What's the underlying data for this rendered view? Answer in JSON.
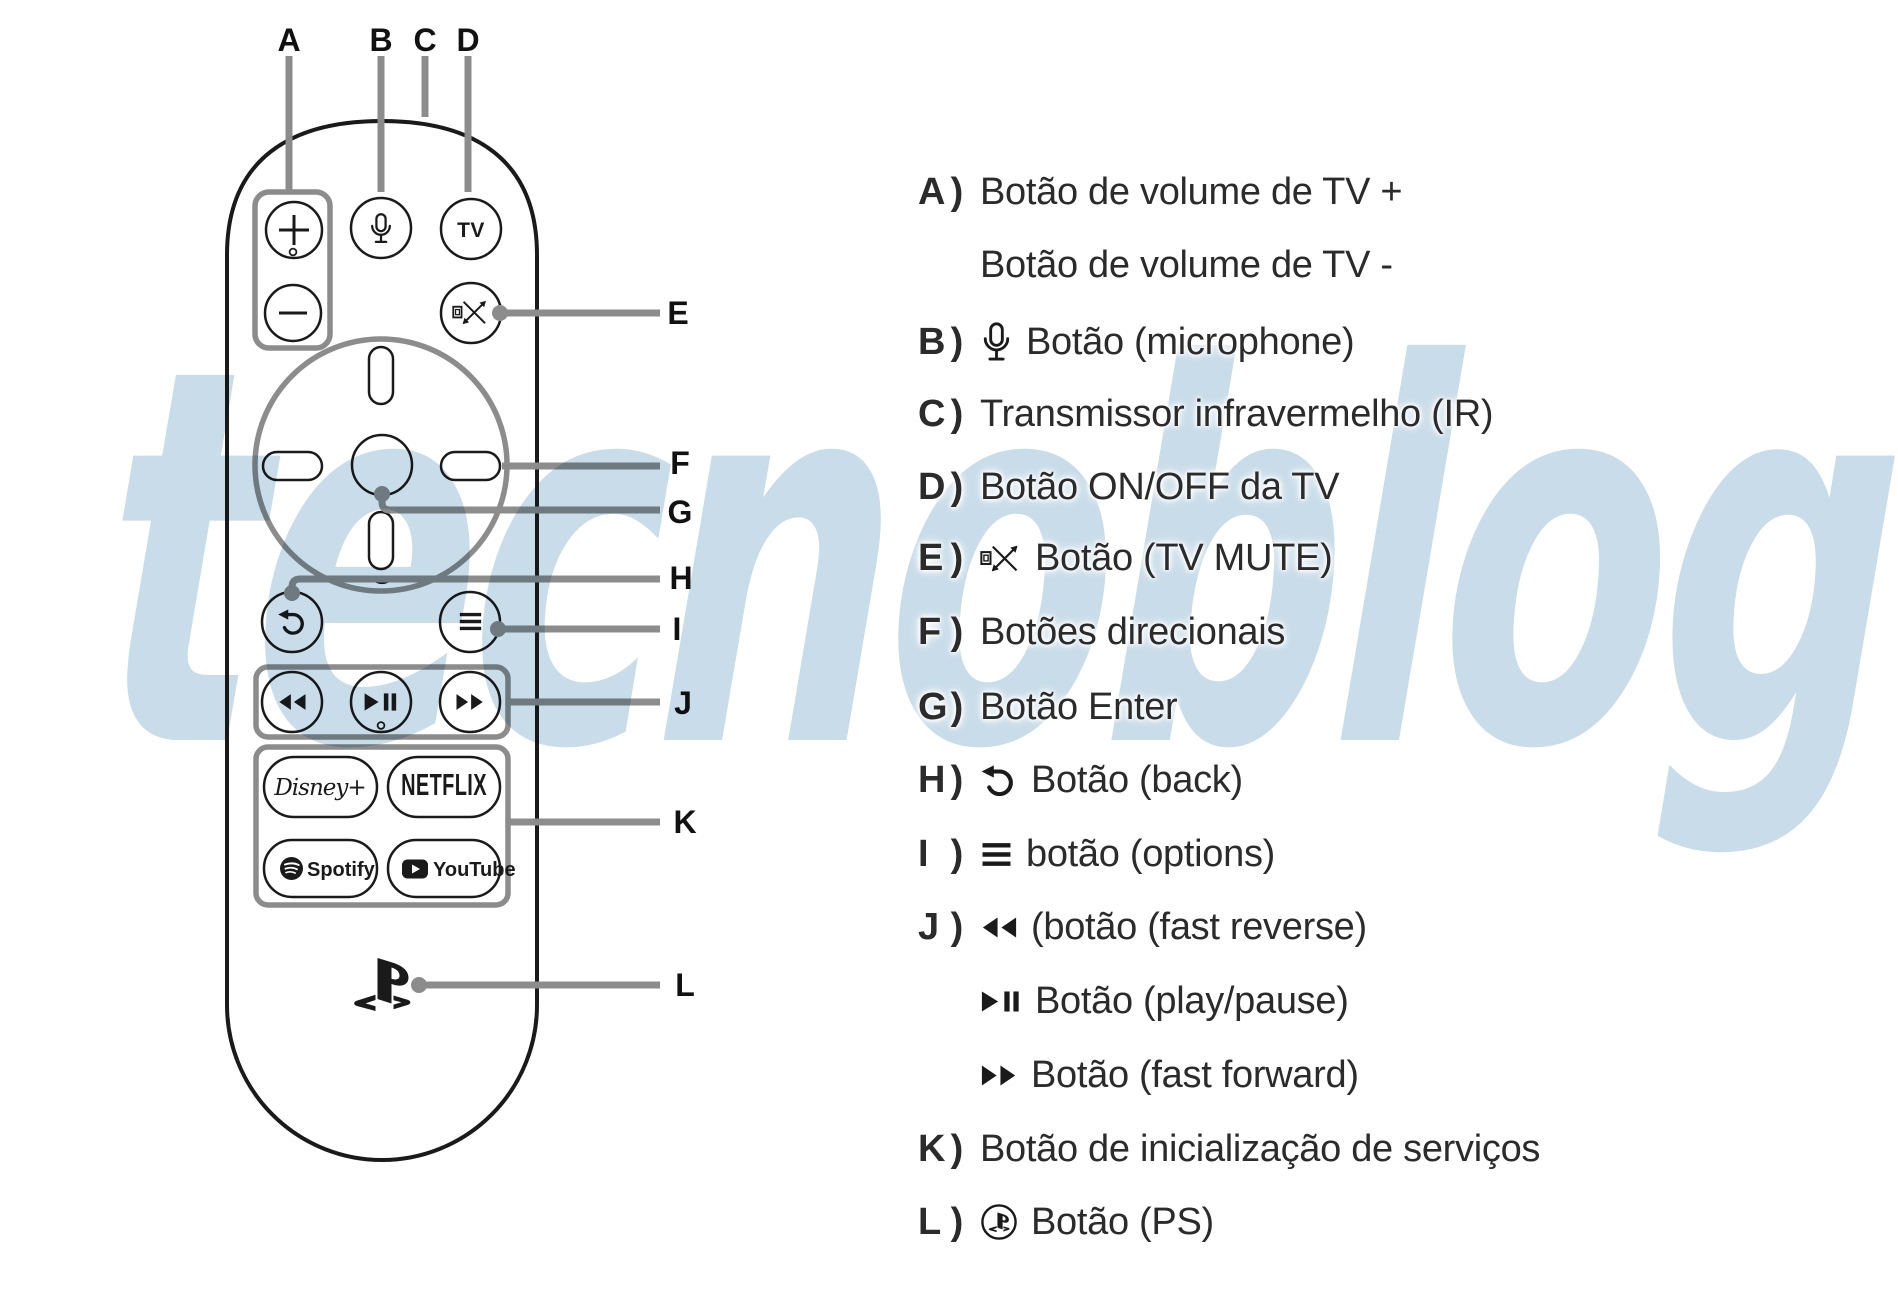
{
  "watermark": {
    "text": "tecnoblog",
    "color": "#c3d9e7"
  },
  "remote": {
    "tv_button_label": "TV",
    "disney_label": "Disney+",
    "netflix_label": "NETFLIX",
    "spotify_label": "Spotify",
    "youtube_label": "YouTube"
  },
  "callout_letters": {
    "a": "A",
    "b": "B",
    "c": "C",
    "d": "D",
    "e": "E",
    "f": "F",
    "g": "G",
    "h": "H",
    "i": "I",
    "j": "J",
    "k": "K",
    "l": "L"
  },
  "legend": {
    "paren": ")",
    "rows": [
      {
        "letter": "A",
        "icon": "",
        "text": "Botão de volume de TV +"
      },
      {
        "letter": "",
        "icon": "",
        "text": "Botão de volume de TV -"
      },
      {
        "letter": "B",
        "icon": "microphone-icon",
        "text": "Botão (microphone)"
      },
      {
        "letter": "C",
        "icon": "",
        "text": "Transmissor infravermelho (IR)"
      },
      {
        "letter": "D",
        "icon": "",
        "text": "Botão ON/OFF da TV"
      },
      {
        "letter": "E",
        "icon": "tv-mute-icon",
        "text": "Botão (TV MUTE)"
      },
      {
        "letter": "F",
        "icon": "",
        "text": "Botões direcionais"
      },
      {
        "letter": "G",
        "icon": "",
        "text": "Botão Enter"
      },
      {
        "letter": "H",
        "icon": "back-icon",
        "text": "Botão (back)"
      },
      {
        "letter": "I",
        "icon": "options-icon",
        "text": "botão (options)"
      },
      {
        "letter": "J",
        "icon": "fast-reverse-icon",
        "text": "(botão (fast reverse)"
      },
      {
        "letter": "",
        "icon": "play-pause-icon",
        "text": "Botão (play/pause)"
      },
      {
        "letter": "",
        "icon": "fast-forward-icon",
        "text": "Botão (fast forward)"
      },
      {
        "letter": "K",
        "icon": "",
        "text": "Botão de inicialização de serviços"
      },
      {
        "letter": "L",
        "icon": "ps-icon",
        "text": "Botão (PS)"
      }
    ]
  }
}
